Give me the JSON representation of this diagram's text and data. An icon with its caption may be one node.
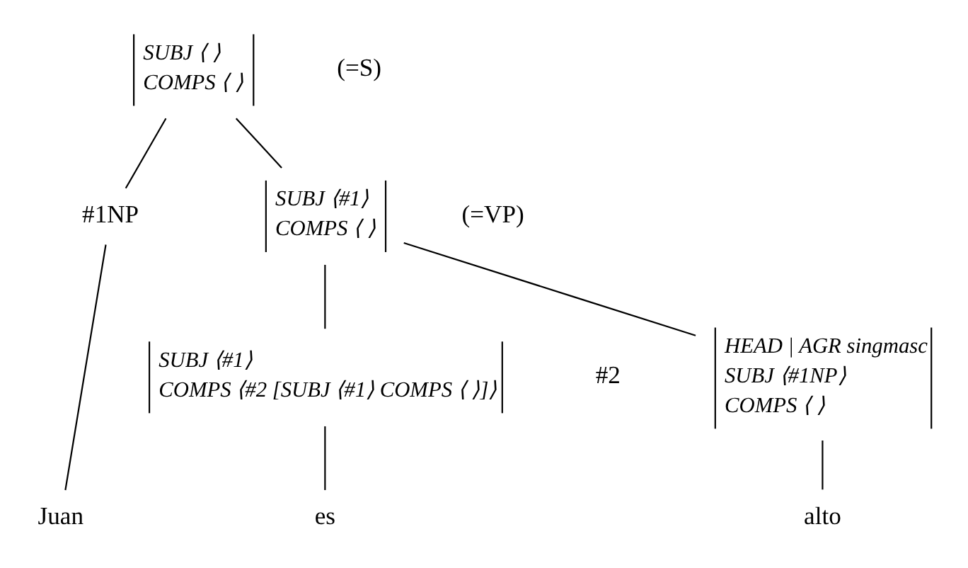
{
  "diagram": {
    "nodes": [
      {
        "text": [
          "SUBJ ⟨ ⟩",
          "COMPS ⟨ ⟩"
        ],
        "beside": [
          "(=S)"
        ]
      },
      {
        "text": [
          "#1NP"
        ]
      },
      {
        "text": [
          "SUBJ ⟨#1⟩",
          "COMPS ⟨ ⟩"
        ],
        "beside": [
          "(=VP)"
        ]
      },
      {
        "text": [
          "SUBJ ⟨#1⟩",
          "COMPS ⟨#2 [SUBJ ⟨#1⟩ COMPS ⟨ ⟩]⟩"
        ]
      },
      {
        "text": [
          "HEAD | AGR singmasc",
          "SUBJ ⟨#1NP⟩",
          "COMPS ⟨ ⟩"
        ],
        "beside": [
          "#2"
        ]
      },
      {
        "text": [
          "Juan"
        ]
      },
      {
        "text": [
          "es"
        ]
      },
      {
        "text": [
          "alto"
        ]
      }
    ],
    "edges": [
      {
        "from": 0,
        "to": 1,
        "arrow": "none"
      },
      {
        "from": 0,
        "to": 2,
        "arrow": "none"
      },
      {
        "from": 2,
        "to": 3,
        "arrow": "none"
      },
      {
        "from": 2,
        "to": 4,
        "arrow": "none"
      },
      {
        "from": 1,
        "to": 5,
        "arrow": "none"
      },
      {
        "from": 3,
        "to": 6,
        "arrow": "none"
      },
      {
        "from": 4,
        "to": 7,
        "arrow": "none"
      }
    ]
  }
}
